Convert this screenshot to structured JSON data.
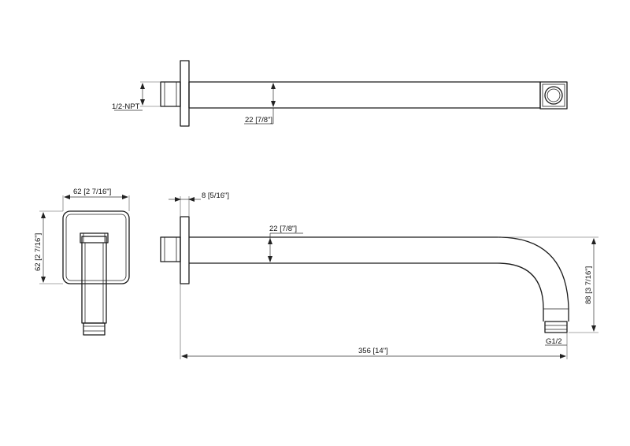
{
  "dimensions": {
    "npt_thread": "1/2-NPT",
    "arm_depth_top": "22 [7/8\"]",
    "plate_width": "62 [2 7/16\"]",
    "plate_height": "62 [2 7/16\"]",
    "plate_thickness": "8 [5/16\"]",
    "arm_depth_side": "22 [7/8\"]",
    "arm_drop": "88 [3 7/16\"]",
    "outlet_thread": "G1/2",
    "arm_length": "356 [14\"]"
  }
}
